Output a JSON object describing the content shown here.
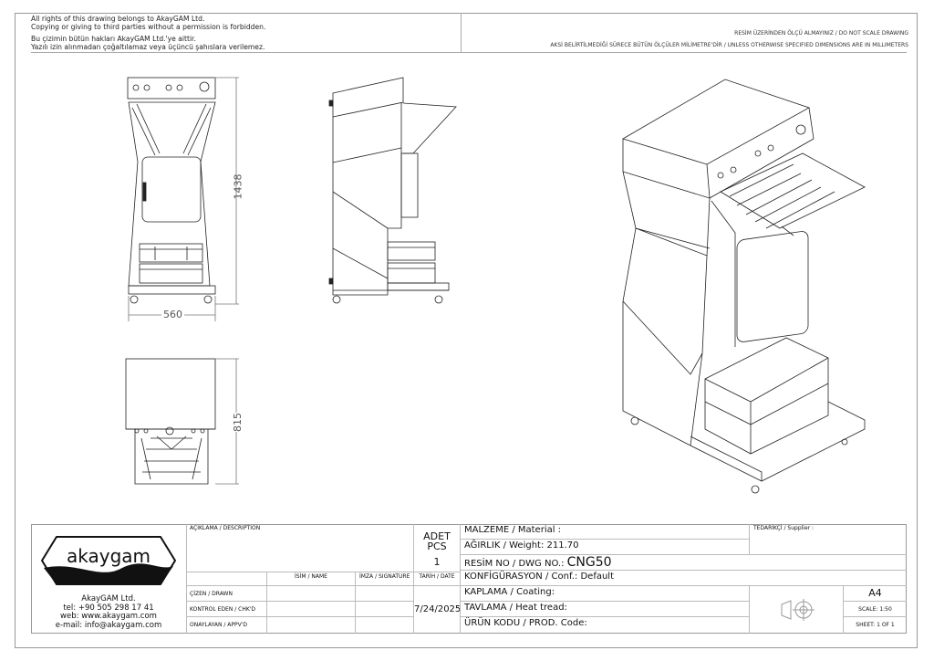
{
  "notices": {
    "en_line1": "All rights of this drawing belongs to AkayGAM Ltd.",
    "en_line2": "Copying or giving to third parties without a permission is forbidden.",
    "tr_line1": "Bu çizimin bütün hakları AkayGAM Ltd.'ye aittir.",
    "tr_line2": "Yazılı izin alınmadan çoğaltılamaz veya üçüncü şahıslara verilemez.",
    "scale_note": "RESİM ÜZERİNDEN ÖLÇÜ ALMAYINIZ / DO NOT SCALE DRAWING",
    "units_note": "AKSİ BELİRTİLMEDİĞİ SÜRECE BÜTÜN ÖLÇÜLER MİLİMETRE'DİR / UNLESS OTHERWISE SPECIFIED DIMENSIONS ARE IN MILLIMETERS"
  },
  "dimensions": {
    "front_width": "560",
    "front_height": "1438",
    "top_depth": "815"
  },
  "logo": {
    "wordmark": "akaygam"
  },
  "company": {
    "name": "AkayGAM Ltd.",
    "tel": "tel: +90 505 298 17 41",
    "web": "web: www.akaygam.com",
    "email": "e-mail: info@akaygam.com"
  },
  "title_block": {
    "description_label": "AÇIKLAMA / DESCRIPTION",
    "pcs_label_tr": "ADET",
    "pcs_label_en": "PCS",
    "pcs_value": "1",
    "name_header": "İSİM / NAME",
    "signature_header": "İMZA / SIGNATURE",
    "date_header": "TARİH / DATE",
    "drawn_label": "ÇİZEN / DRAWN",
    "checked_label": "KONTROL EDEN / CHK'D",
    "approved_label": "ONAYLAYAN / APPV'D",
    "date_value": "7/24/2025",
    "material": "MALZEME / Material :",
    "weight": "AĞIRLIK / Weight: 211.70",
    "dwg_no_label": "RESİM NO / DWG NO.:",
    "dwg_no_value": "CNG50",
    "configuration": "KONFİGÜRASYON / Conf.:  Default",
    "coating": "KAPLAMA / Coating:",
    "heat_treat": "TAVLAMA / Heat tread:",
    "product_code": "ÜRÜN KODU / PROD. Code:",
    "supplier": "TEDARİKÇİ / Supplier :",
    "paper_size": "A4",
    "scale": "SCALE: 1:50",
    "sheet": "SHEET: 1 OF 1"
  }
}
